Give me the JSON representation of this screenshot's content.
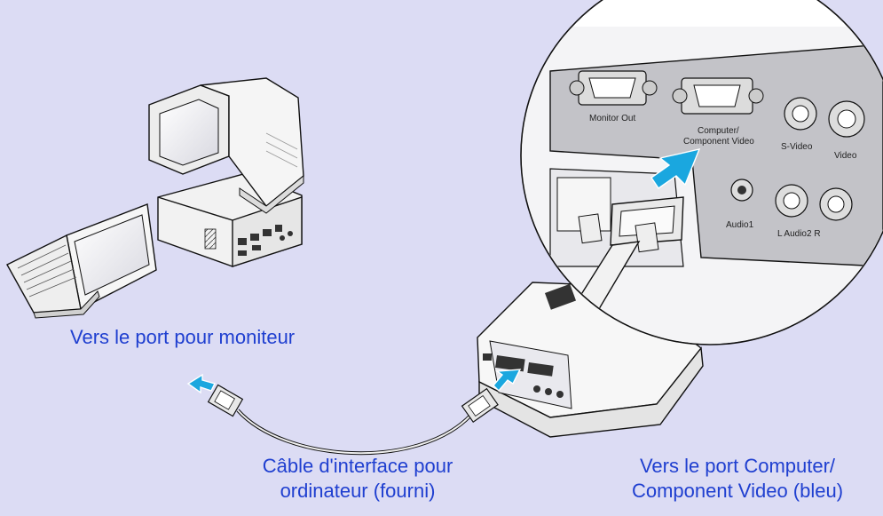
{
  "captions": {
    "monitor_port": "Vers le port pour moniteur",
    "cable_line1": "Câble d'interface pour",
    "cable_line2": "ordinateur (fourni)",
    "computer_port_line1": "Vers le port Computer/",
    "computer_port_line2": "Component Video (bleu)"
  },
  "port_labels": {
    "monitor_out": "Monitor Out",
    "computer_line1": "Computer/",
    "computer_line2": "Component Video",
    "s_video": "S-Video",
    "video": "Video",
    "audio1": "Audio1",
    "audio2": "L  Audio2  R"
  },
  "colors": {
    "background": "#dcdcf4",
    "caption_text": "#1f3fd0",
    "arrow": "#1aa7df"
  }
}
